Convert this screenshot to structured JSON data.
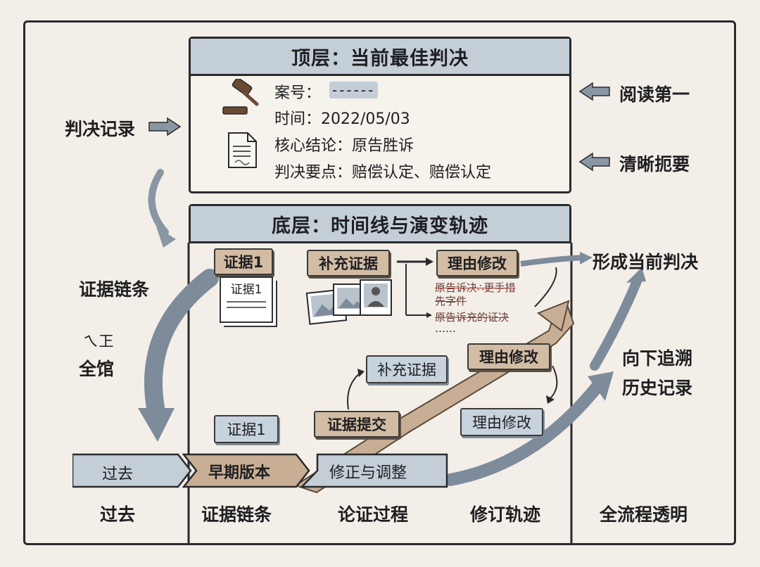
{
  "top_panel": {
    "title": "顶层：当前最佳判决",
    "case_label": "案号：",
    "case_value": "------",
    "time": "时间：2022/05/03",
    "conclusion": "核心结论：原告胜诉",
    "key_points": "判决要点：赔偿认定、赔偿认定"
  },
  "bottom_panel": {
    "title": "底层：时间线与演变轨迹"
  },
  "left_labels": {
    "record": "判决记录",
    "chain": "证据链条",
    "scribble": "ㄟ㠪",
    "all": "全馆"
  },
  "right_labels": {
    "read_first": "阅读第一",
    "clear_summary": "清晰扼要",
    "form_verdict": "形成当前判决",
    "trace_line1": "向下追溯",
    "trace_line2": "历史记录"
  },
  "upper_flow": {
    "evidence1_tag": "证据1",
    "evidence1_doc": "证据1",
    "supplement_tag": "补充证据",
    "revise_tag": "理由修改",
    "note1_a": "原告诉决∴更手措",
    "note1_b": "先字件",
    "note2": "原告诉充的证决",
    "ellipsis": "……"
  },
  "timeline": {
    "past": "过去",
    "early": "早期版本",
    "correction": "修正与调整",
    "evidence1": "证据1",
    "submit": "证据提交",
    "supplement": "补充证据",
    "revise_top": "理由修改",
    "revise_side": "理由修改"
  },
  "bottom_labels": {
    "past": "过去",
    "chain": "证据链条",
    "reasoning": "论证过程",
    "revision": "修订轨迹",
    "transparent": "全流程透明"
  },
  "colors": {
    "panel_header": "#c3ced7",
    "tan_arrow": "#c8ae94",
    "slate_arrow": "#7e8b9b",
    "paper": "#f3efe8"
  }
}
